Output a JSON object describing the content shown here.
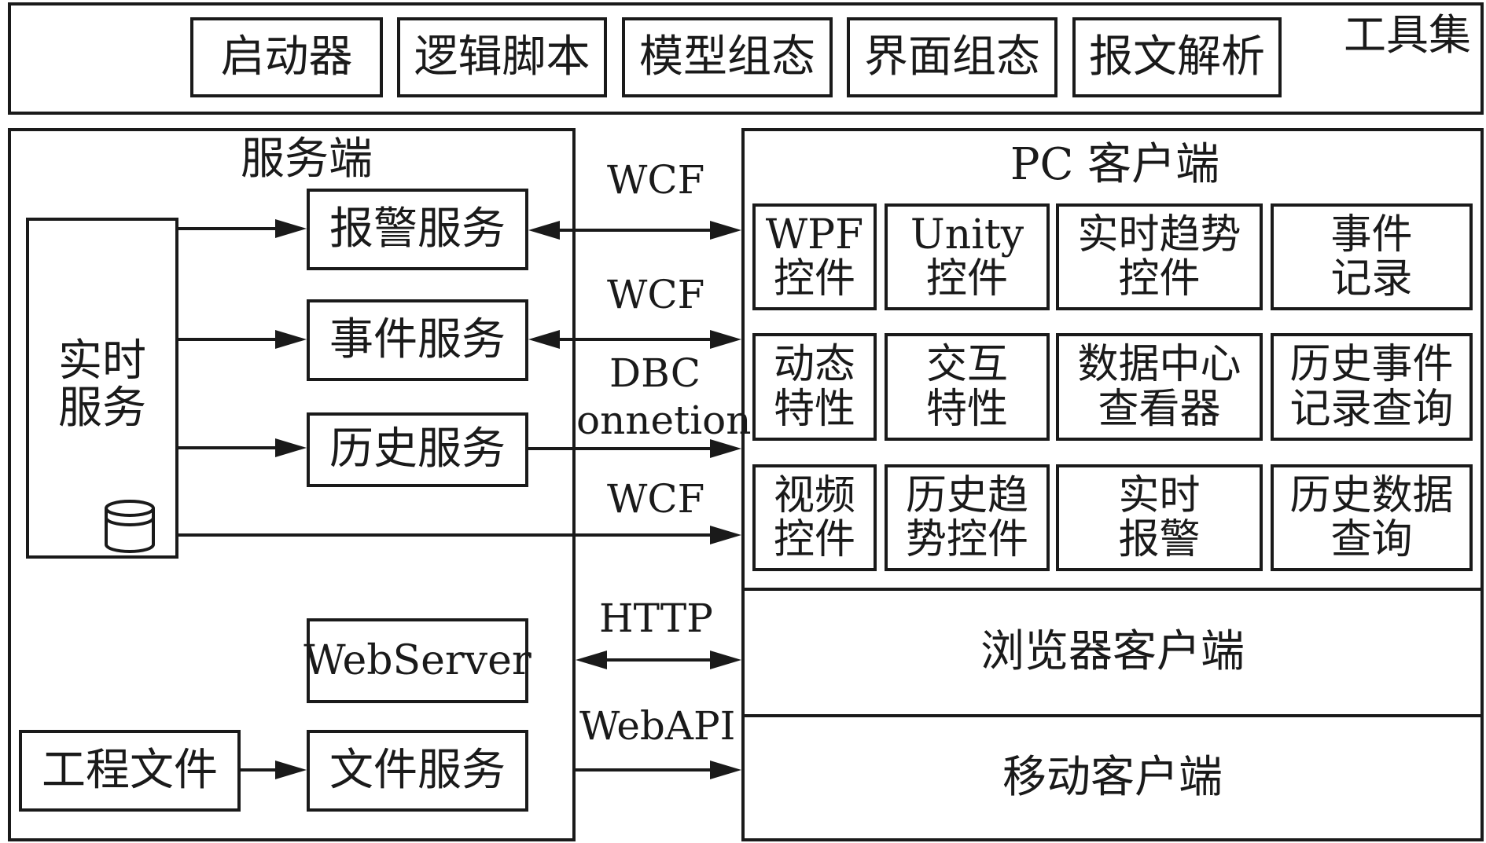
{
  "toolset": {
    "title": "工具集",
    "tools": [
      "启动器",
      "逻辑脚本",
      "模型组态",
      "界面组态",
      "报文解析"
    ]
  },
  "server": {
    "title": "服务端",
    "realtime": "实时\n服务",
    "services": {
      "alarm": "报警服务",
      "event": "事件服务",
      "history": "历史服务",
      "webserver": "WebServer",
      "file": "文件服务"
    },
    "project_files": "工程文件"
  },
  "protocols": {
    "wcf1": "WCF",
    "wcf2": "WCF",
    "dbc1": "DBC",
    "dbc2": "onnetion",
    "wcf3": "WCF",
    "http": "HTTP",
    "webapi": "WebAPI"
  },
  "pc_client": {
    "title": "PC 客户端",
    "modules": [
      "WPF\n控件",
      "Unity\n控件",
      "实时趋势\n控件",
      "事件\n记录",
      "动态\n特性",
      "交互\n特性",
      "数据中心\n查看器",
      "历史事件\n记录查询",
      "视频\n控件",
      "历史趋\n势控件",
      "实时\n报警",
      "历史数据\n查询"
    ]
  },
  "browser_client": "浏览器客户端",
  "mobile_client": "移动客户端"
}
